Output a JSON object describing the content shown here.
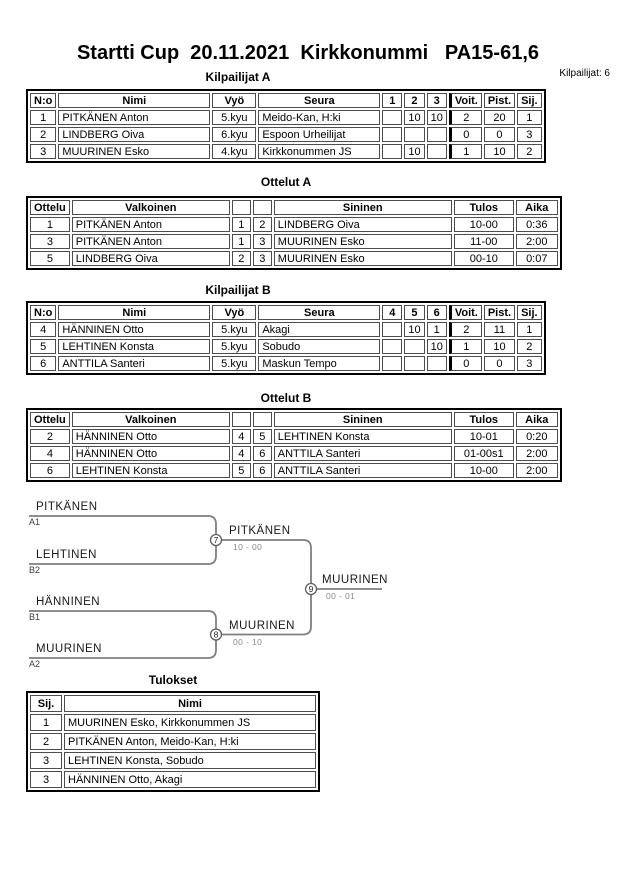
{
  "title": "Startti Cup  20.11.2021  Kirkkonummi   PA15-61,6",
  "competitors_count_label": "Kilpailijat: 6",
  "colors": {
    "bracket_line": "#7f7f7f",
    "score_gray": "#8a8a8a"
  },
  "pool_a": {
    "title": "Kilpailijat A",
    "headers": [
      "N:o",
      "Nimi",
      "Vyö",
      "Seura",
      "1",
      "2",
      "3",
      "Voit.",
      "Pist.",
      "Sij."
    ],
    "rows": [
      [
        "1",
        "PITKÄNEN Anton",
        "5.kyu",
        "Meido-Kan, H:ki",
        "",
        "10",
        "10",
        "2",
        "20",
        "1"
      ],
      [
        "2",
        "LINDBERG Oiva",
        "6.kyu",
        "Espoon Urheilijat",
        "",
        "",
        "",
        "0",
        "0",
        "3"
      ],
      [
        "3",
        "MUURINEN Esko",
        "4.kyu",
        "Kirkkonummen JS",
        "",
        "10",
        "",
        "1",
        "10",
        "2"
      ]
    ]
  },
  "matches_a": {
    "title": "Ottelut A",
    "headers": [
      "Ottelu",
      "Valkoinen",
      "",
      "",
      "Sininen",
      "Tulos",
      "Aika"
    ],
    "rows": [
      [
        "1",
        "PITKÄNEN Anton",
        "1",
        "2",
        "LINDBERG Oiva",
        "10-00",
        "0:36"
      ],
      [
        "3",
        "PITKÄNEN Anton",
        "1",
        "3",
        "MUURINEN Esko",
        "11-00",
        "2:00"
      ],
      [
        "5",
        "LINDBERG Oiva",
        "2",
        "3",
        "MUURINEN Esko",
        "00-10",
        "0:07"
      ]
    ]
  },
  "pool_b": {
    "title": "Kilpailijat B",
    "headers": [
      "N:o",
      "Nimi",
      "Vyö",
      "Seura",
      "4",
      "5",
      "6",
      "Voit.",
      "Pist.",
      "Sij."
    ],
    "rows": [
      [
        "4",
        "HÄNNINEN Otto",
        "5.kyu",
        "Akagi",
        "",
        "10",
        "1",
        "2",
        "11",
        "1"
      ],
      [
        "5",
        "LEHTINEN Konsta",
        "5.kyu",
        "Sobudo",
        "",
        "",
        "10",
        "1",
        "10",
        "2"
      ],
      [
        "6",
        "ANTTILA Santeri",
        "5.kyu",
        "Maskun Tempo",
        "",
        "",
        "",
        "0",
        "0",
        "3"
      ]
    ]
  },
  "matches_b": {
    "title": "Ottelut B",
    "headers": [
      "Ottelu",
      "Valkoinen",
      "",
      "",
      "Sininen",
      "Tulos",
      "Aika"
    ],
    "rows": [
      [
        "2",
        "HÄNNINEN Otto",
        "4",
        "5",
        "LEHTINEN Konsta",
        "10-01",
        "0:20"
      ],
      [
        "4",
        "HÄNNINEN Otto",
        "4",
        "6",
        "ANTTILA Santeri",
        "01-00s1",
        "2:00"
      ],
      [
        "6",
        "LEHTINEN Konsta",
        "5",
        "6",
        "ANTTILA Santeri",
        "10-00",
        "2:00"
      ]
    ]
  },
  "bracket": {
    "semifinal_1": {
      "match_no": "7",
      "top_name": "PITKÄNEN",
      "top_seed": "A1",
      "bottom_name": "LEHTINEN",
      "bottom_seed": "B2",
      "winner_name": "PITKÄNEN",
      "score": "10 - 00"
    },
    "semifinal_2": {
      "match_no": "8",
      "top_name": "HÄNNINEN",
      "top_seed": "B1",
      "bottom_name": "MUURINEN",
      "bottom_seed": "A2",
      "winner_name": "MUURINEN",
      "score": "00 - 10"
    },
    "final": {
      "match_no": "9",
      "winner_name": "MUURINEN",
      "score": "00 - 01"
    }
  },
  "results": {
    "title": "Tulokset",
    "headers": [
      "Sij.",
      "Nimi"
    ],
    "rows": [
      [
        "1",
        "MUURINEN Esko, Kirkkonummen JS"
      ],
      [
        "2",
        "PITKÄNEN Anton, Meido-Kan, H:ki"
      ],
      [
        "3",
        "LEHTINEN Konsta, Sobudo"
      ],
      [
        "3",
        "HÄNNINEN Otto, Akagi"
      ]
    ]
  }
}
